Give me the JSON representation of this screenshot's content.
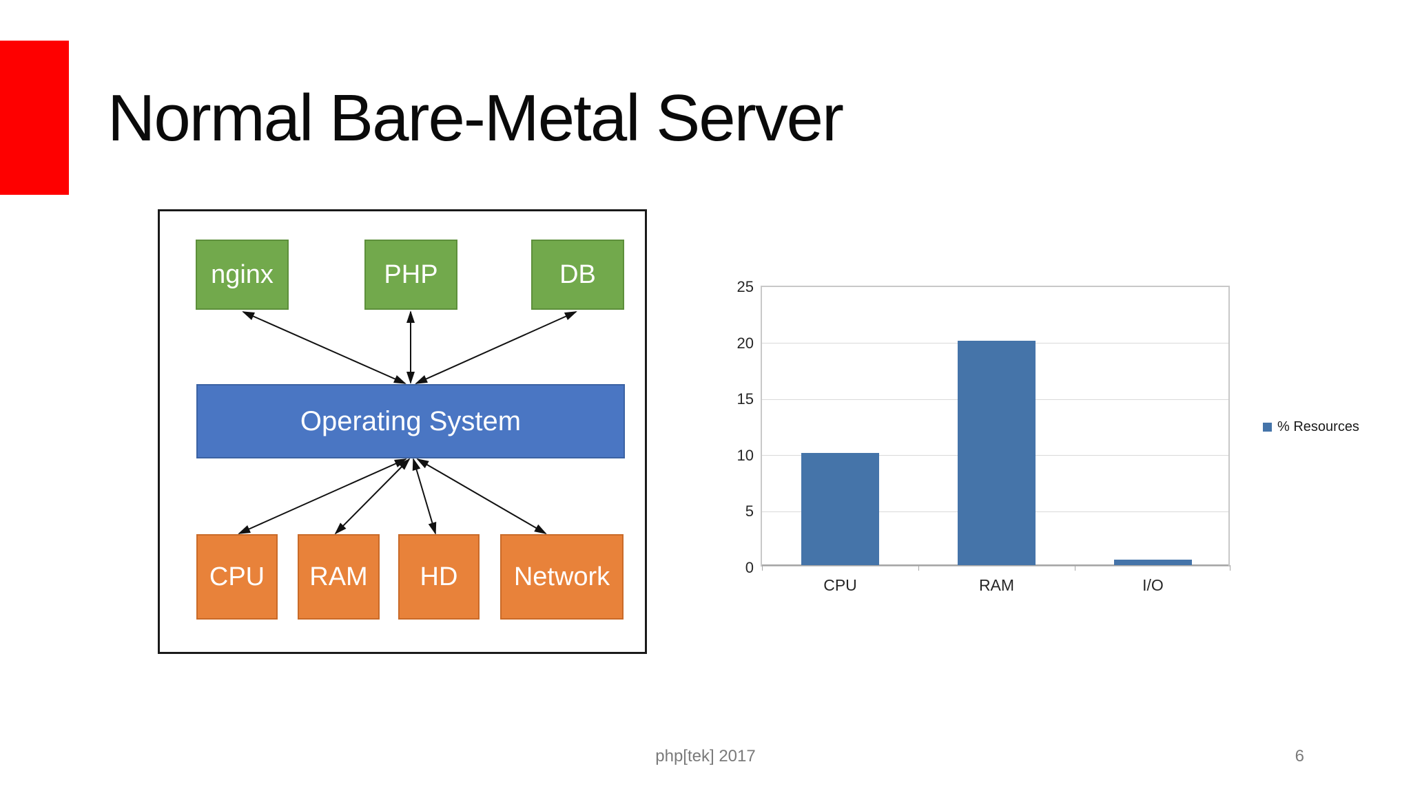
{
  "slide": {
    "title": "Normal Bare-Metal Server",
    "footer_text": "php[tek] 2017",
    "page_number": "6",
    "accent_color": "#fe0000"
  },
  "diagram": {
    "services": [
      {
        "label": "nginx"
      },
      {
        "label": "PHP"
      },
      {
        "label": "DB"
      }
    ],
    "os": {
      "label": "Operating System"
    },
    "hardware": [
      {
        "label": "CPU"
      },
      {
        "label": "RAM"
      },
      {
        "label": "HD"
      },
      {
        "label": "Network"
      }
    ],
    "colors": {
      "service_fill": "#72a94c",
      "service_border": "#5d8f3b",
      "os_fill": "#4a76c3",
      "os_border": "#3b62a3",
      "hardware_fill": "#e8823a",
      "hardware_border": "#c96a28",
      "arrow": "#111111"
    }
  },
  "chart_data": {
    "type": "bar",
    "title": "",
    "categories": [
      "CPU",
      "RAM",
      "I/O"
    ],
    "series": [
      {
        "name": "% Resources",
        "values": [
          10,
          20,
          0.5
        ]
      }
    ],
    "xlabel": "",
    "ylabel": "",
    "ylim": [
      0,
      25
    ],
    "yticks": [
      0,
      5,
      10,
      15,
      20,
      25
    ],
    "grid": true,
    "legend_position": "right",
    "bar_color": "#4574a9",
    "gridline_color": "#d9d9d9"
  }
}
